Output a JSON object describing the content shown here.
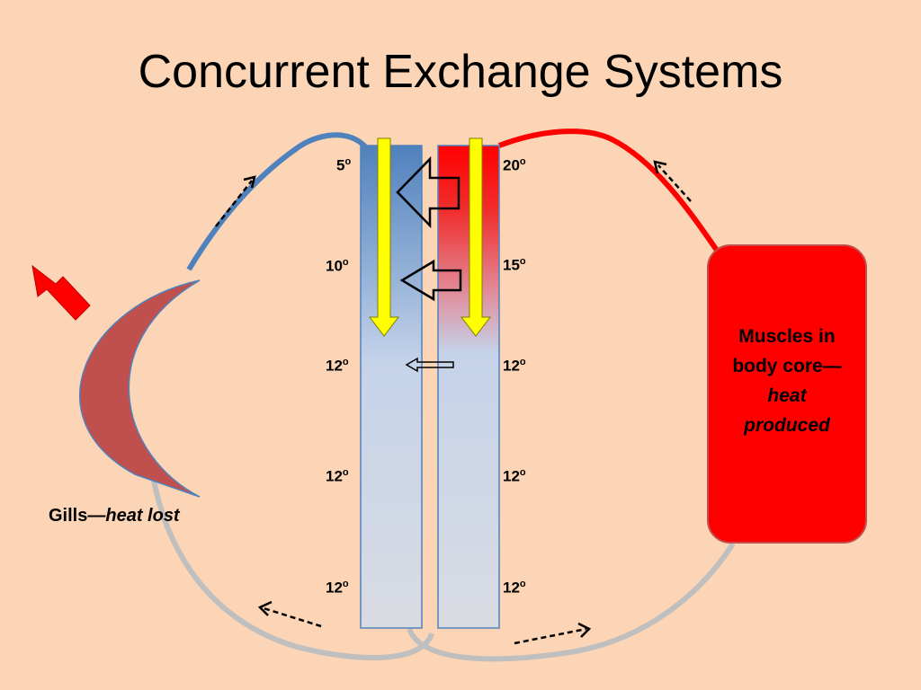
{
  "title": "Concurrent Exchange Systems",
  "left_temps": [
    "5",
    "10",
    "12",
    "12",
    "12"
  ],
  "right_temps": [
    "20",
    "15",
    "12",
    "12",
    "12"
  ],
  "degree_mark": "o",
  "muscles": {
    "line1": "Muscles in",
    "line2": "body core—",
    "italic1": "heat",
    "italic2": "produced"
  },
  "gills": {
    "label": "Gills—",
    "italic": "heat lost"
  },
  "colors": {
    "background": "#fbd5b5",
    "cold_blood": "#4f81bd",
    "warm_blood": "#ff0000",
    "return_blood": "#bfbfbf",
    "flow_arrow": "#ffff00",
    "gill": "#c0504d"
  }
}
